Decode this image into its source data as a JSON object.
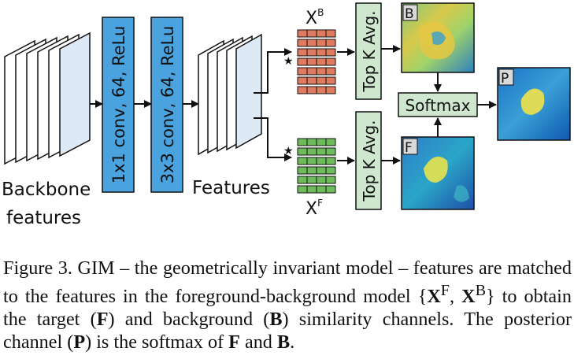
{
  "diagram": {
    "backbone_label_line1": "Backbone",
    "backbone_label_line2": "features",
    "conv1_label": "1x1 conv, 64, ReLu",
    "conv2_label": "3x3 conv, 64, ReLu",
    "features_label": "Features",
    "xb_label": "X",
    "xb_sup": "B",
    "xf_label": "X",
    "xf_sup": "F",
    "star_symbol": "★",
    "topk_top_label": "Top K Avg.",
    "topk_bottom_label": "Top K Avg.",
    "softmax_label": "Softmax",
    "map_b_tag": "B",
    "map_f_tag": "F",
    "map_p_tag": "P",
    "colors": {
      "conv_block": "#4aa3df",
      "topk_block": "#cfe7cf",
      "xb_cells": "#e07a5f",
      "xf_cells": "#6dbb5a",
      "feature_map": "#ddeaf6"
    }
  },
  "caption": {
    "part1": "Figure 3. GIM – the geometrically invariant model – features are matched to the features in the foreground-background model ",
    "set_open": "{",
    "xf": "X",
    "xf_sup": "F",
    "comma": ", ",
    "xb": "X",
    "xb_sup": "B",
    "set_close": "}",
    "part2": " to obtain the target (",
    "f": "F",
    "part3": ") and background (",
    "b": "B",
    "part4": ") similarity channels. The posterior channel (",
    "p": "P",
    "part5": ") is the softmax of ",
    "f2": "F",
    "part6": " and ",
    "b2": "B",
    "part7": "."
  }
}
